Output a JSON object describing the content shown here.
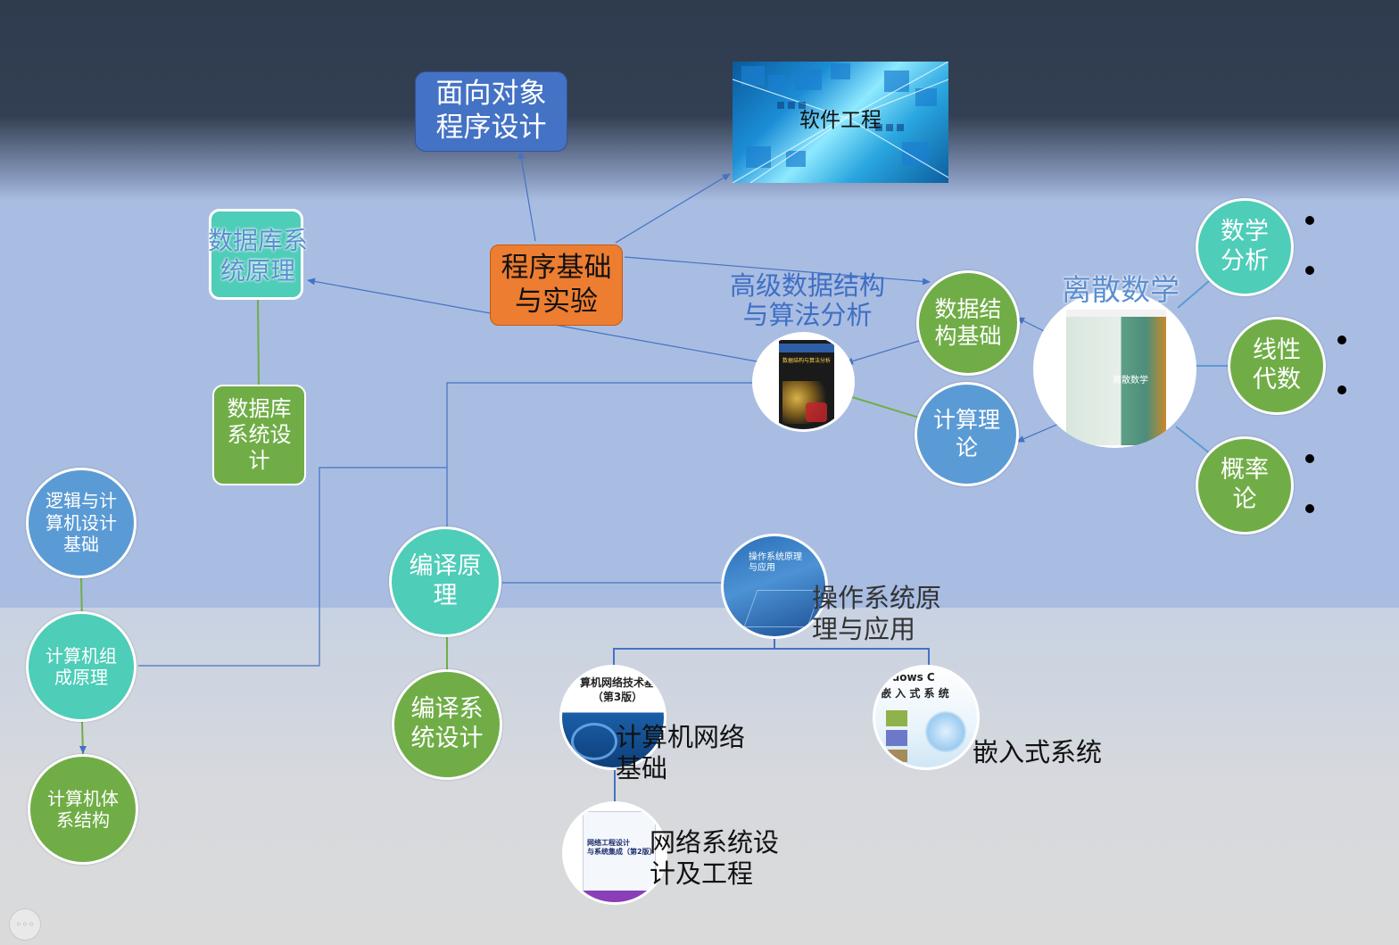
{
  "nodes": {
    "oop": "面向对象\n程序设计",
    "software_eng": "软件工程",
    "prog_basics": "程序基础\n与实验",
    "db_principles": "数据库系\n统原理",
    "db_design": "数据库\n系统设\n计",
    "adv_ds": "高级数据结构\n与算法分析",
    "ds_basics": "数据结\n构基础",
    "comp_theory": "计算理\n论",
    "discrete_math": "离散数学",
    "math_analysis": "数学\n分析",
    "linear_algebra": "线性\n代数",
    "probability": "概率\n论",
    "logic_design": "逻辑与计\n算机设计\n基础",
    "organization": "计算机组\n成原理",
    "architecture": "计算机体\n系结构",
    "compiler": "编译原\n理",
    "compiler_design": "编译系\n统设计",
    "os": "操作系统原\n理与应用",
    "network": "计算机网络\n基础",
    "embedded": "嵌入式系统",
    "network_design": "网络系统设\n计及工程"
  },
  "covers": {
    "adv_ds": "数据结构与算法分析",
    "discrete": "离散数学",
    "os": "操作系统原理\n与应用",
    "network": "算机网络技术基\n（第3版）",
    "embedded": "indows C\n嵌 入 式 系 统",
    "network_design": "网络工程设计\n与系统集成（第2版）"
  },
  "menu": "◦◦◦",
  "colors": {
    "green": "#70ad47",
    "teal": "#4ecdb8",
    "blue": "#5b9bd5",
    "orange": "#ed7d31",
    "dark_blue": "#4472c4",
    "line_blue": "#4472c4",
    "line_green": "#70ad47"
  }
}
